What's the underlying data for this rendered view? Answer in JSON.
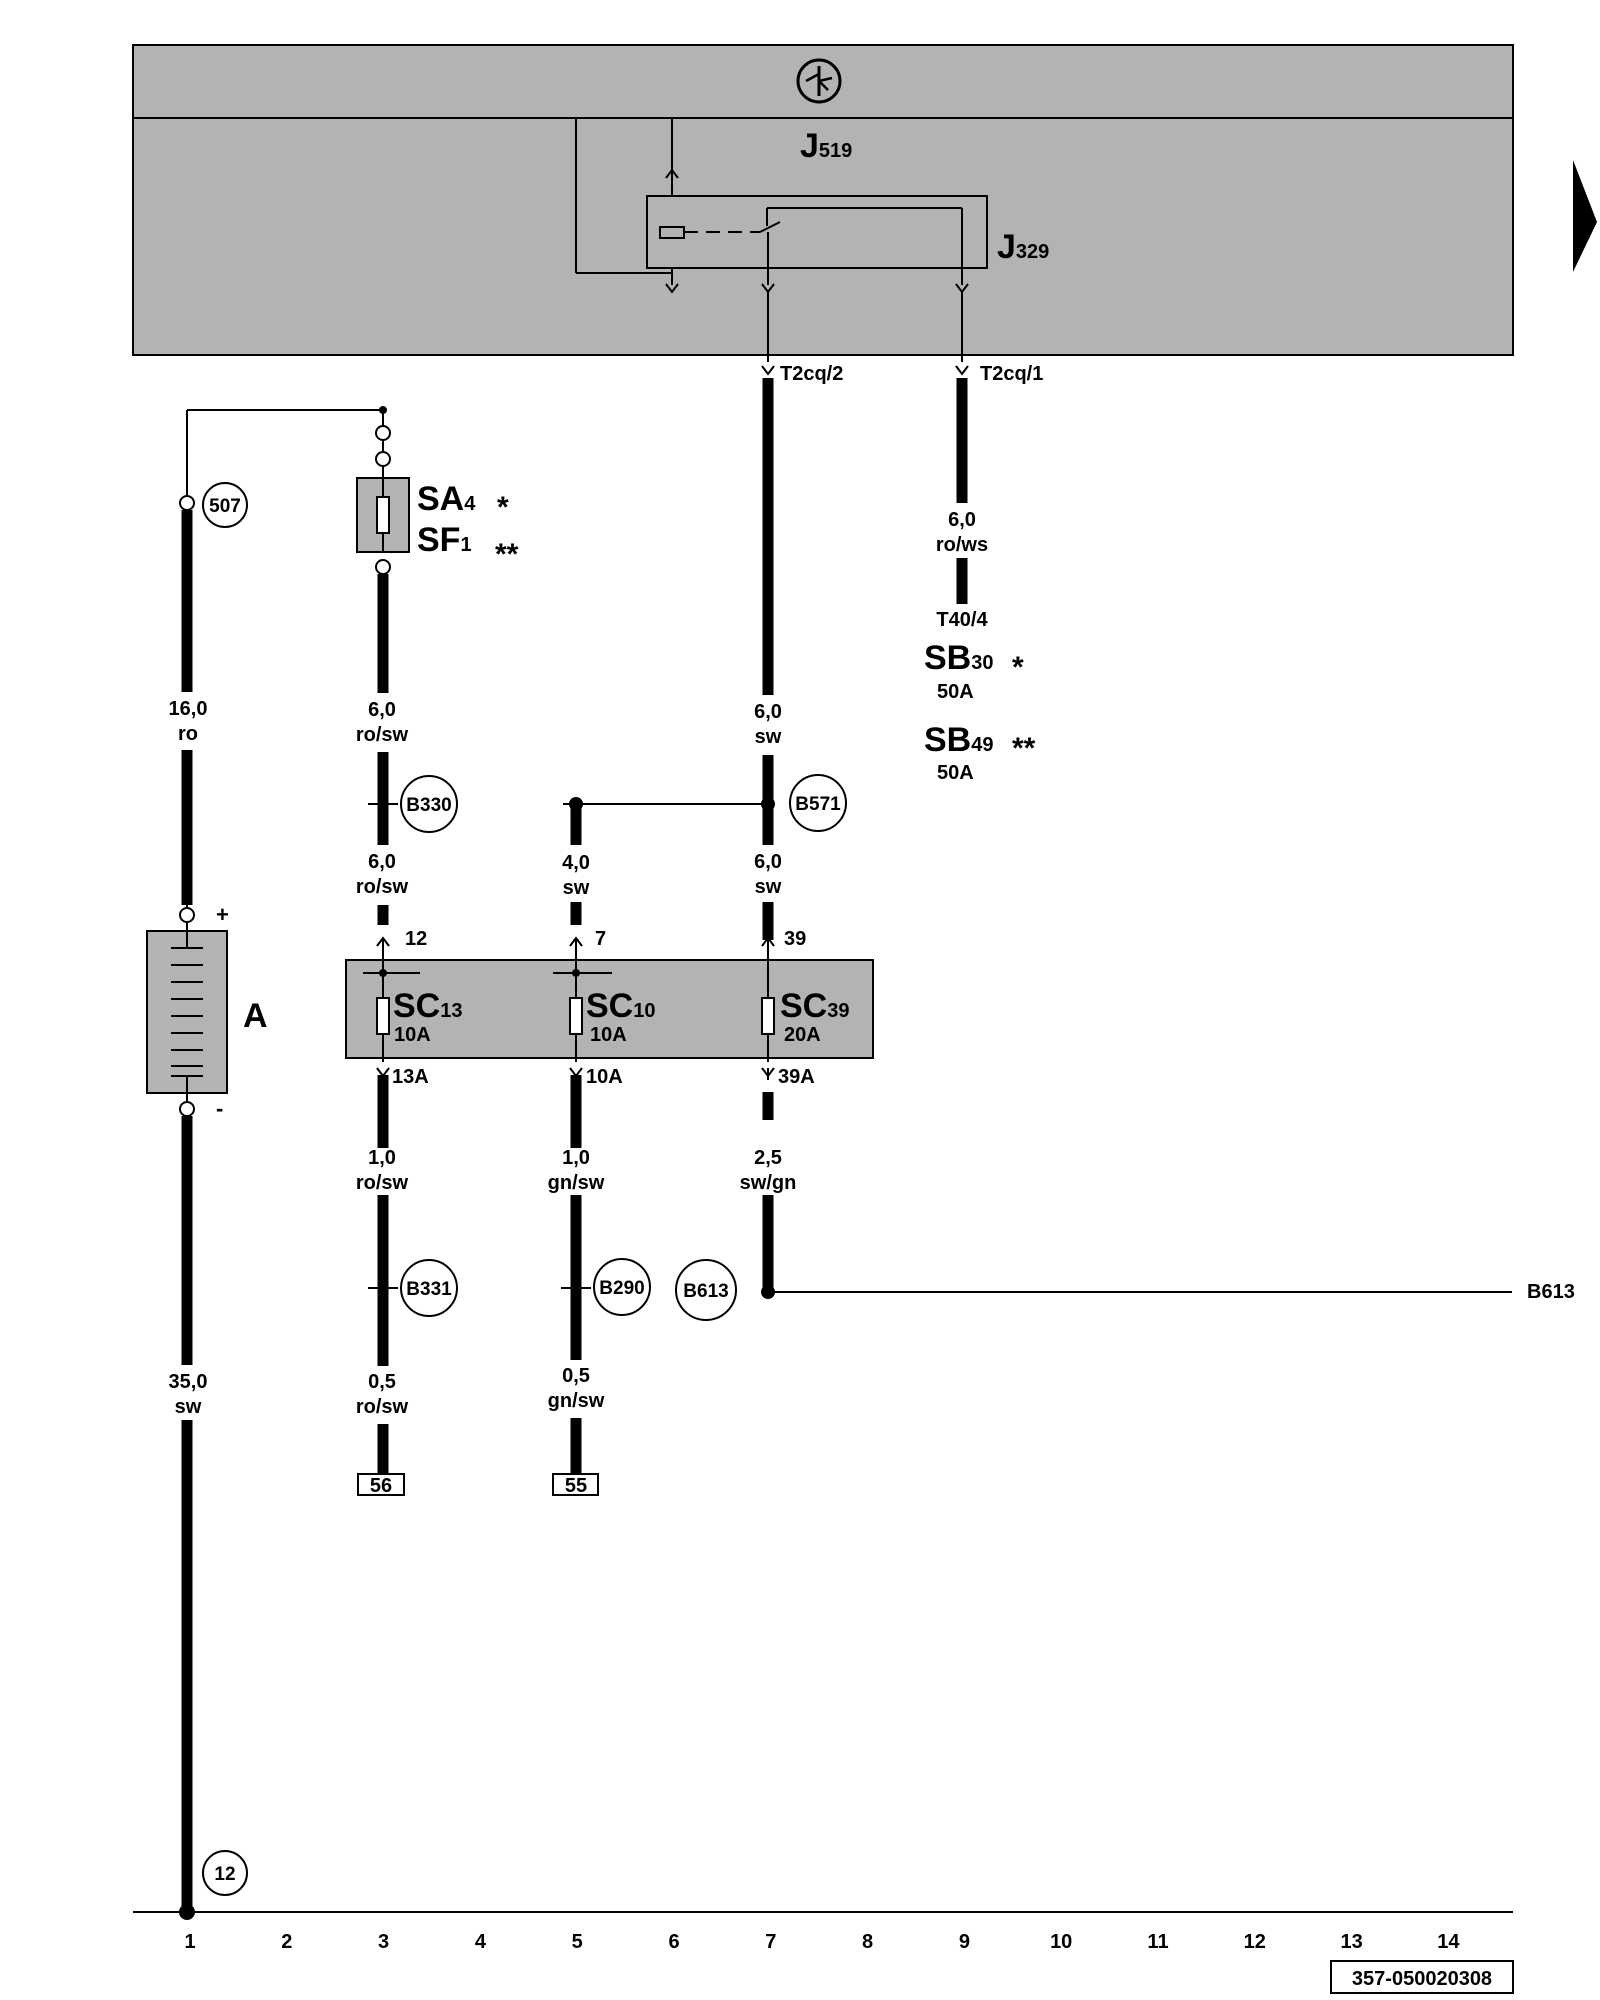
{
  "ecu": {
    "label_main": "J",
    "label_sub": "519",
    "gateway_icon": "steering-wheel-icon",
    "panel_color": "#b3b3b3"
  },
  "relay": {
    "label_main": "J",
    "label_sub": "329",
    "pin_left": "T2cq/2",
    "pin_right": "T2cq/1"
  },
  "wire_relay_right": {
    "size": "6,0",
    "color": "ro/ws",
    "connector": "T40/4"
  },
  "fuse_sb30": {
    "main": "SB",
    "sub": "30",
    "mark": "*",
    "rating": "50A"
  },
  "fuse_sb49": {
    "main": "SB",
    "sub": "49",
    "mark": "**",
    "rating": "50A"
  },
  "fuse_sa": {
    "line1_main": "SA",
    "line1_sub": "4",
    "line1_mark": "*",
    "line2_main": "SF",
    "line2_sub": "1",
    "line2_mark": "**"
  },
  "battery": {
    "label": "A",
    "plus": "+",
    "minus": "-"
  },
  "ground_point": "507",
  "ground_point_bottom": "12",
  "wire_col1_top": {
    "size": "16,0",
    "color": "ro"
  },
  "wire_col1_bottom": {
    "size": "35,0",
    "color": "sw"
  },
  "wire_col3_a": {
    "size": "6,0",
    "color": "ro/sw"
  },
  "wire_col3_b": {
    "size": "6,0",
    "color": "ro/sw"
  },
  "wire_col3_c": {
    "size": "1,0",
    "color": "ro/sw"
  },
  "wire_col3_d": {
    "size": "0,5",
    "color": "ro/sw"
  },
  "wire_col5_b": {
    "size": "4,0",
    "color": "sw"
  },
  "wire_col5_c": {
    "size": "1,0",
    "color": "gn/sw"
  },
  "wire_col5_d": {
    "size": "0,5",
    "color": "gn/sw"
  },
  "wire_col7_a": {
    "size": "6,0",
    "color": "sw"
  },
  "wire_col7_b": {
    "size": "6,0",
    "color": "sw"
  },
  "wire_col7_c": {
    "size": "2,5",
    "color": "sw/gn"
  },
  "splices": {
    "col3_top": "B330",
    "col7_top": "B571",
    "col3_bottom": "B331",
    "col5_bottom": "B290",
    "col7_bottom": "B613",
    "col7_ref": "B613"
  },
  "fuse_holder": {
    "sc13": {
      "main": "SC",
      "sub": "13",
      "rating": "10A",
      "pin_in": "12",
      "pin_out": "13A"
    },
    "sc10": {
      "main": "SC",
      "sub": "10",
      "rating": "10A",
      "pin_in": "7",
      "pin_out": "10A"
    },
    "sc39": {
      "main": "SC",
      "sub": "39",
      "rating": "20A",
      "pin_in": "39",
      "pin_out": "39A"
    }
  },
  "terminals": {
    "col3": "56",
    "col5": "55"
  },
  "ruler": [
    "1",
    "2",
    "3",
    "4",
    "5",
    "6",
    "7",
    "8",
    "9",
    "10",
    "11",
    "12",
    "13",
    "14"
  ],
  "doc_number": "357-050020308",
  "continue_arrow": "continue-right-arrow-icon"
}
